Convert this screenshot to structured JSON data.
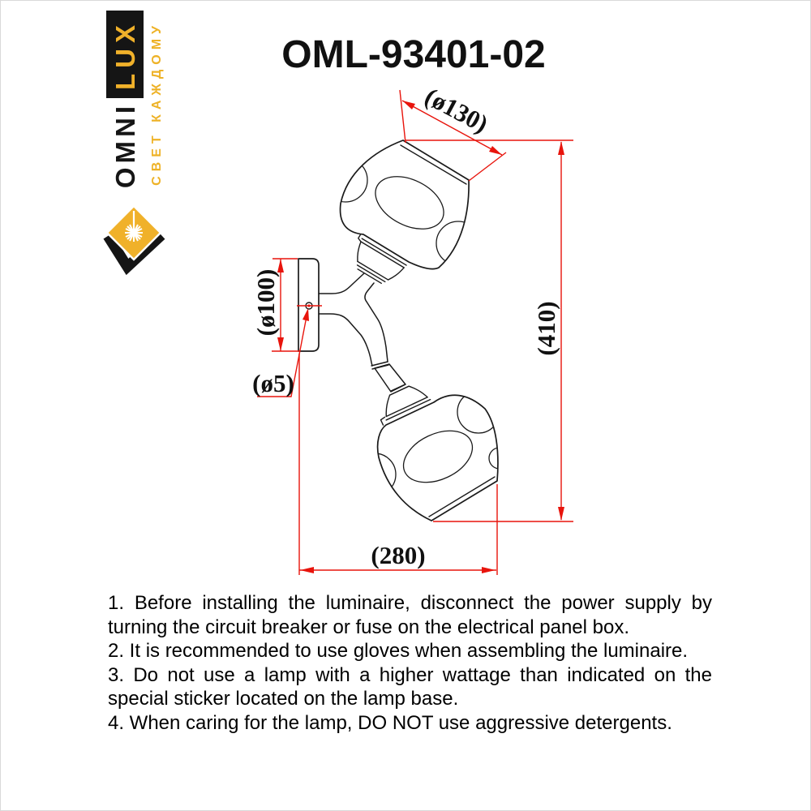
{
  "title": "OML-93401-02",
  "logo": {
    "brand_lux": "LUX",
    "brand_omni": "OMNI",
    "tagline": "СВЕТ КАЖДОМУ",
    "gold_color": "#f0b12a",
    "black_color": "#151515"
  },
  "drawing": {
    "labels": {
      "shade_diameter": "(ø130)",
      "overall_height": "(410)",
      "base_diameter": "(ø100)",
      "mount_hole_diameter": "(ø5)",
      "overall_width": "(280)"
    },
    "dimension_color": "#e8140c",
    "outline_color": "#1a1a1a"
  },
  "instructions": [
    "1. Before installing the luminaire, disconnect the power supply by turning the circuit breaker or fuse on the electrical panel box.",
    "2. It is recommended to use gloves when assembling the luminaire.",
    "3. Do not use a lamp with a higher wattage than indicated on the special sticker located on the lamp base.",
    "4. When caring for the lamp, DO NOT use aggressive detergents."
  ]
}
